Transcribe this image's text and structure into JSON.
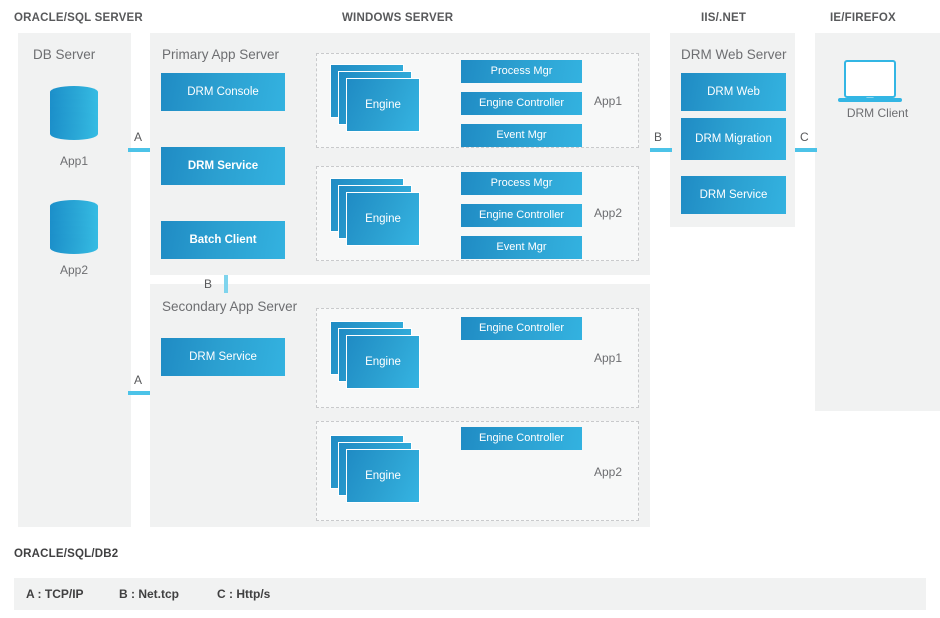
{
  "diagram": {
    "column_headers": [
      {
        "label": "ORACLE/SQL SERVER"
      },
      {
        "label": "WINDOWS SERVER"
      },
      {
        "label": "IIS/.NET"
      },
      {
        "label": "IE/FIREFOX"
      }
    ],
    "db_server": {
      "title": "DB Server",
      "databases": [
        {
          "caption": "App1",
          "icon": "database-cylinder-icon"
        },
        {
          "caption": "App2",
          "icon": "database-cylinder-icon"
        }
      ]
    },
    "primary_app_server": {
      "title": "Primary App Server",
      "services": [
        {
          "label": "DRM Console",
          "bold": false
        },
        {
          "label": "DRM Service",
          "bold": true
        },
        {
          "label": "Batch Client",
          "bold": true
        }
      ],
      "app_groups": [
        {
          "tag": "App1",
          "engine_label": "Engine",
          "components": [
            "Process Mgr",
            "Engine Controller",
            "Event Mgr"
          ]
        },
        {
          "tag": "App2",
          "engine_label": "Engine",
          "components": [
            "Process Mgr",
            "Engine Controller",
            "Event Mgr"
          ]
        }
      ]
    },
    "secondary_app_server": {
      "title": "Secondary App Server",
      "services": [
        {
          "label": "DRM Service",
          "bold": false
        }
      ],
      "app_groups": [
        {
          "tag": "App1",
          "engine_label": "Engine",
          "components": [
            "Engine Controller"
          ]
        },
        {
          "tag": "App2",
          "engine_label": "Engine",
          "components": [
            "Engine Controller"
          ]
        }
      ]
    },
    "drm_web_server": {
      "title": "DRM Web Server",
      "services": [
        {
          "label": "DRM Web"
        },
        {
          "label": "DRM Migration"
        },
        {
          "label": "DRM Service"
        }
      ]
    },
    "client": {
      "caption": "DRM Client",
      "icon": "laptop-icon"
    },
    "connectors": [
      {
        "id": "conn-a-primary",
        "label": "A"
      },
      {
        "id": "conn-a-secondary",
        "label": "A"
      },
      {
        "id": "conn-b-app-servers",
        "label": "B"
      },
      {
        "id": "conn-b-web",
        "label": "B"
      },
      {
        "id": "conn-c-client",
        "label": "C"
      }
    ],
    "legend": {
      "title": "ORACLE/SQL/DB2",
      "items": [
        {
          "label": "A : TCP/IP"
        },
        {
          "label": "B : Net.tcp"
        },
        {
          "label": "C : Http/s"
        }
      ]
    },
    "colors": {
      "box_blue_dark": "#1f8bc4",
      "box_blue_light": "#33b2e0",
      "connector_cyan": "#4cc3e8",
      "panel_grey": "#f1f2f2",
      "dashed_border": "#c9cacc",
      "text_grey": "#6d6e71"
    }
  }
}
